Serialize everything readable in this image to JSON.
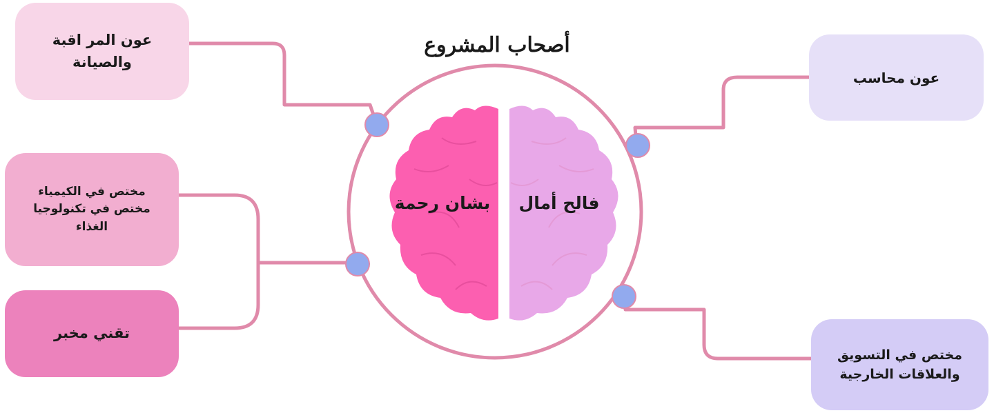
{
  "title": "أصحاب المشروع",
  "colors": {
    "connector": "#e08aaa",
    "circle_stroke": "#e08aaa",
    "node_fill": "#92aaee",
    "brain_left": "#fc5fb0",
    "brain_right": "#e8a8e8",
    "brain_detail_left": "#e84f9e",
    "brain_detail_right": "#e49ad6"
  },
  "center": {
    "left_label": "بشان رحمة",
    "right_label": "فالح أمال"
  },
  "roles": {
    "maintenance": {
      "lines": [
        "عون المر اقبة",
        "والصيانة"
      ],
      "fill": "#f8d6e8"
    },
    "chemistry": {
      "lines": [
        "مختص في الكيمياء",
        "مختص في تكنولوجيا",
        "الغذاء"
      ],
      "fill": "#f2aed0"
    },
    "lab_technician": {
      "lines": [
        "تقني مخبر"
      ],
      "fill": "#ec82bc"
    },
    "accountant": {
      "lines": [
        "عون محاسب"
      ],
      "fill": "#e6e0f8"
    },
    "marketing": {
      "lines": [
        "مختص في التسويق",
        "والعلاقات الخارجية"
      ],
      "fill": "#d4ccf6"
    }
  }
}
